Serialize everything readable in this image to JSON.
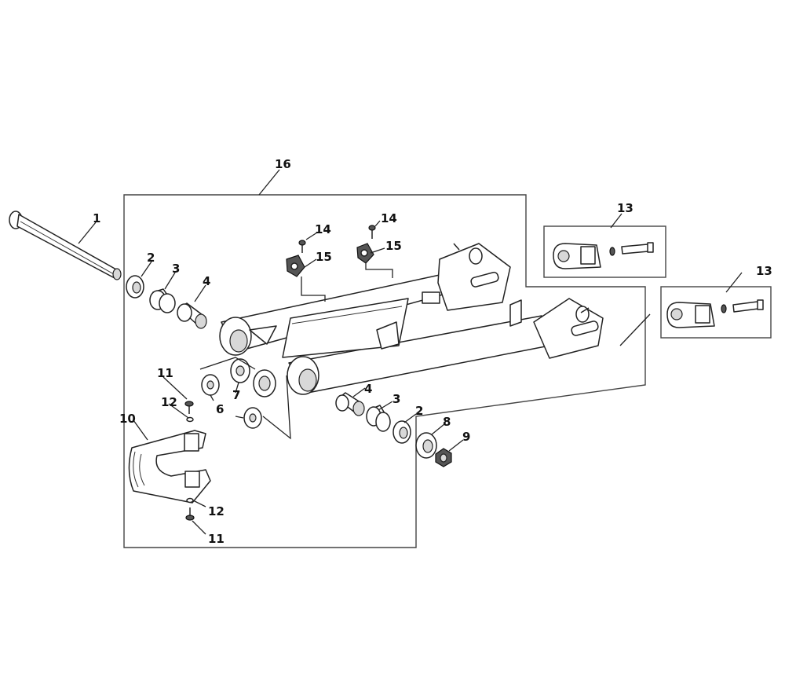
{
  "callouts": {
    "c1": "1",
    "c2a": "2",
    "c3a": "3",
    "c4a": "4",
    "c2b": "2",
    "c3b": "3",
    "c4b": "4",
    "c6": "6",
    "c7": "7",
    "c8": "8",
    "c9": "9",
    "c10": "10",
    "c11a": "11",
    "c12a": "12",
    "c12b": "12",
    "c11b": "11",
    "c13a": "13",
    "c13b": "13",
    "c14a": "14",
    "c15a": "15",
    "c14b": "14",
    "c15b": "15",
    "c16": "16"
  }
}
